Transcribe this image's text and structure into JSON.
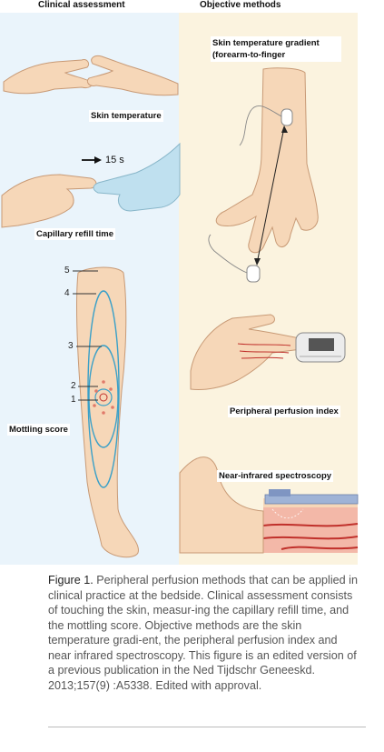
{
  "headers": {
    "left": "Clinical assessment",
    "right": "Objective methods"
  },
  "labels": {
    "skin_temperature": "Skin temperature",
    "timer": "15 s",
    "capillary_refill": "Capillary refill time",
    "mottling_score": "Mottling score",
    "skin_temp_gradient": "Skin temperature gradient (forearm-to-finger",
    "peripheral_perfusion_index": "Peripheral perfusion index",
    "nirs": "Near-infrared spectroscopy"
  },
  "mottling_levels": [
    "5",
    "4",
    "3",
    "2",
    "1"
  ],
  "caption": {
    "figure_label": "Figure 1.",
    "text": " Peripheral perfusion methods that can be applied in clinical practice at the bedside. Clinical assessment consists of touching the skin, measur-ing the capillary refill time, and the mottling score. Objective methods are the skin temperature gradi-ent, the peripheral perfusion index and near infrared spectroscopy. This figure is an edited version of a previous publication in the Ned Tijdschr Geneeskd. 2013;157(9) :A5338. Edited with approval."
  },
  "colors": {
    "left_panel": "#eaf4fb",
    "right_panel": "#fbf3df",
    "skin": "#f6d7b8",
    "skin_outline": "#c89a76",
    "glove": "#bfe0ef",
    "mottling_ring": "#3aa0c8",
    "vessel": "#c0302b"
  }
}
